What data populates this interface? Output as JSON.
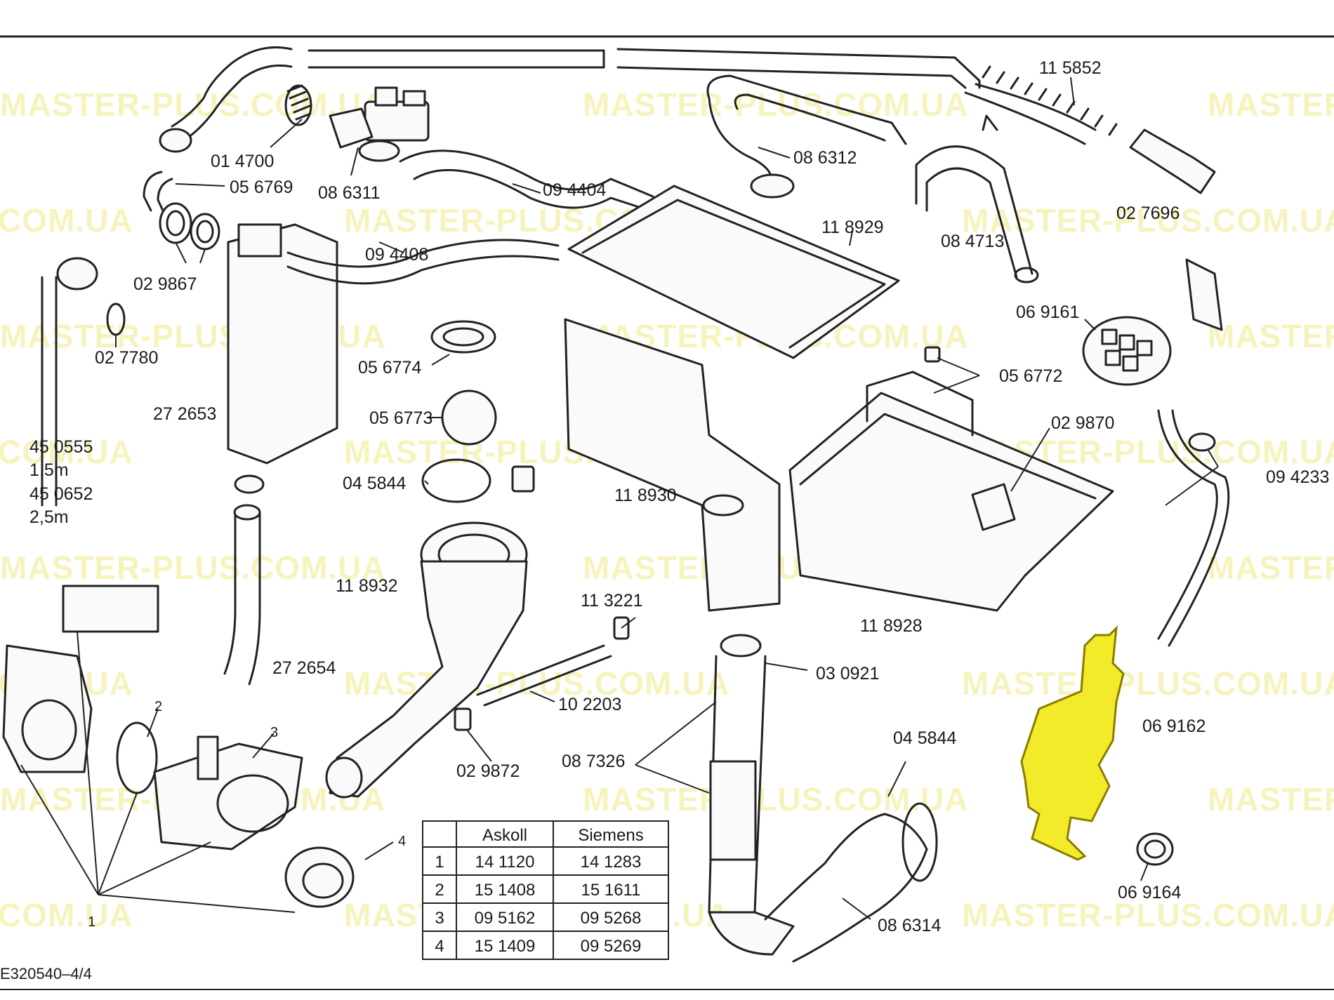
{
  "watermark": "MASTER-PLUS.COM.UA",
  "highlight_color": "#f3ea2a",
  "figure_code": "E320540–4/4",
  "labels": {
    "p014700": "01 4700",
    "p056769": "05 6769",
    "p086311": "08 6311",
    "p029867": "02 9867",
    "p094404": "09 4404",
    "p086312": "08 6312",
    "p115852": "11 5852",
    "p027696": "02 7696",
    "p084713": "08 4713",
    "p118929": "11 8929",
    "p094408": "09 4408",
    "p027780": "02 7780",
    "p069161": "06 9161",
    "p056774": "05 6774",
    "p056772": "05 6772",
    "p272653": "27 2653",
    "p056773": "05 6773",
    "p029870": "02 9870",
    "p450555": "45 0555",
    "len1": "1,5m",
    "p450652": "45 0652",
    "len2": "2,5m",
    "p045844a": "04 5844",
    "p118930": "11 8930",
    "p094233": "09 4233",
    "p118932": "11 8932",
    "p113221": "11 3221",
    "p118928": "11 8928",
    "p272654": "27 2654",
    "p030921": "03 0921",
    "p102203": "10 2203",
    "p069162": "06 9162",
    "p045844b": "04 5844",
    "p029872": "02 9872",
    "p087326": "08 7326",
    "p069164": "06 9164",
    "p086314": "08 6314",
    "n1": "1",
    "n2": "2",
    "n3": "3",
    "n4": "4"
  },
  "table": {
    "headers": [
      "",
      "Askoll",
      "Siemens"
    ],
    "rows": [
      [
        "1",
        "14 1120",
        "14 1283"
      ],
      [
        "2",
        "15 1408",
        "15 1611"
      ],
      [
        "3",
        "09 5162",
        "09 5268"
      ],
      [
        "4",
        "15 1409",
        "09 5269"
      ]
    ]
  }
}
